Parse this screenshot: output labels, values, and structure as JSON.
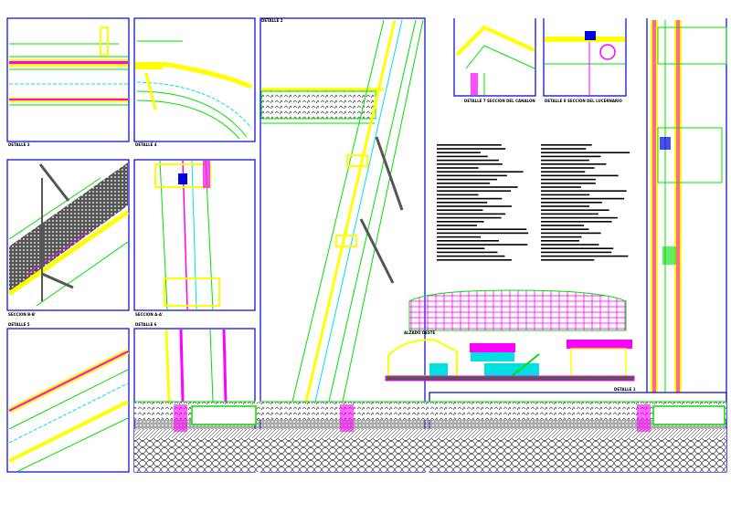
{
  "drawing": {
    "panels": [
      {
        "id": "detalle-3",
        "title": "DETALLE 3"
      },
      {
        "id": "detalle-4",
        "title": "DETALLE 4"
      },
      {
        "id": "seccion-bb",
        "title": "SECCION B-B'"
      },
      {
        "id": "seccion-aa",
        "title": "SECCION A-A'"
      },
      {
        "id": "detalle-5",
        "title": "DETALLE 5"
      },
      {
        "id": "detalle-6",
        "title": "DETALLE 6"
      },
      {
        "id": "detalle-2",
        "title": "DETALLE 2"
      },
      {
        "id": "detalle-7",
        "title": "DETALLE 7 SECCION DEL CANALON"
      },
      {
        "id": "detalle-8",
        "title": "DETALLE 8 SECCION DEL LUCERNARIO"
      },
      {
        "id": "alzado",
        "title": "ALZADO OESTE"
      },
      {
        "id": "detalle-1",
        "title": "DETALLE 1"
      }
    ]
  },
  "colors": {
    "frame": "#0000e0",
    "green": "#00e000",
    "yellow": "#ffff00",
    "magenta": "#ff00ff",
    "cyan": "#00e0e0",
    "gray": "#555555"
  }
}
